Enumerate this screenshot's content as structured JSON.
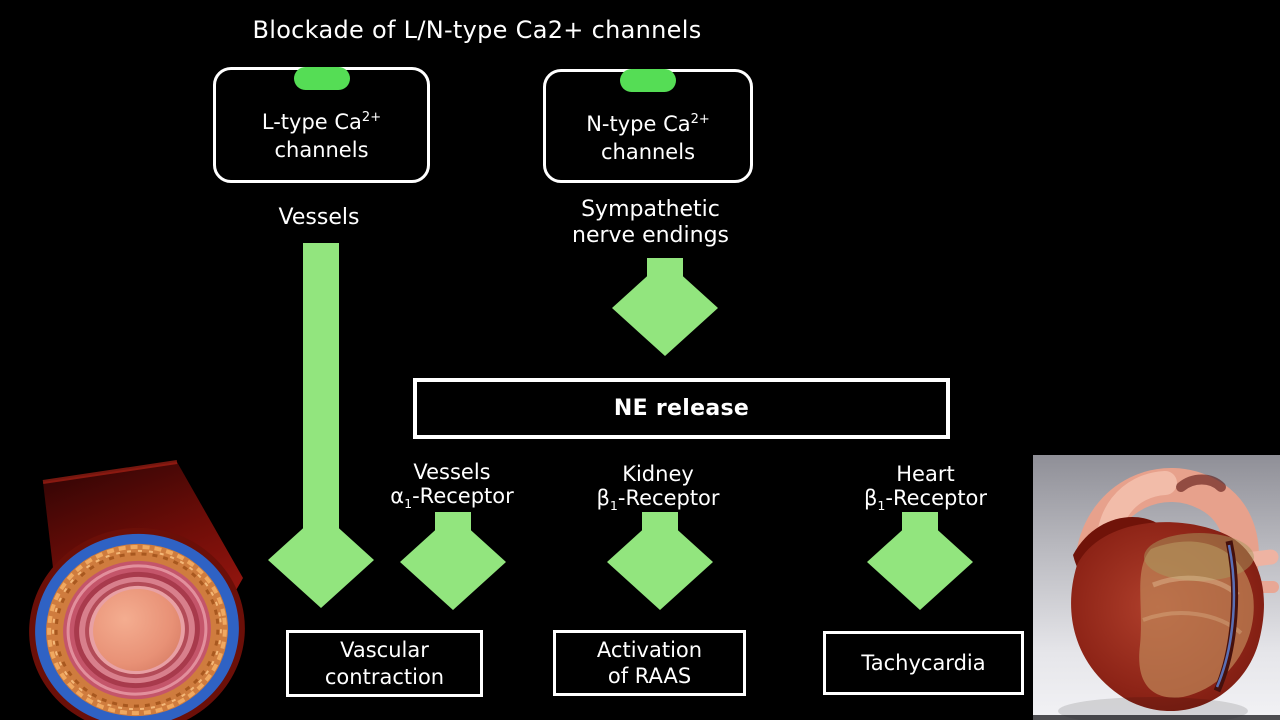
{
  "title": "Blockade of L/N-type Ca2+ channels",
  "colors": {
    "background": "#000000",
    "text": "#ffffff",
    "box_border": "#ffffff",
    "pill_green": "#55dd55",
    "arrow_green": "#92e57e"
  },
  "boxes": {
    "l_type": {
      "line1_prefix": "L-type Ca",
      "line1_sup": "2+",
      "line2": "channels"
    },
    "n_type": {
      "line1_prefix": "N-type Ca",
      "line1_sup": "2+",
      "line2": "channels"
    }
  },
  "branch_labels": {
    "vessels": "Vessels",
    "sympathetic_line1": "Sympathetic",
    "sympathetic_line2": "nerve endings"
  },
  "ne_release": "NE release",
  "receptors": {
    "vessels": {
      "organ": "Vessels",
      "letter": "α",
      "sub": "1",
      "suffix": "-Receptor"
    },
    "kidney": {
      "organ": "Kidney",
      "letter": "β",
      "sub": "1",
      "suffix": "-Receptor"
    },
    "heart": {
      "organ": "Heart",
      "letter": "β",
      "sub": "1",
      "suffix": "-Receptor"
    }
  },
  "outcomes": {
    "vascular": {
      "line1": "Vascular",
      "line2": "contraction"
    },
    "raas": {
      "line1": "Activation",
      "line2": "of RAAS"
    },
    "tachycardia": {
      "line1": "Tachycardia"
    }
  },
  "images": {
    "vessel": "blood-vessel-3d-cross-section",
    "heart": "human-heart-3d-render"
  }
}
